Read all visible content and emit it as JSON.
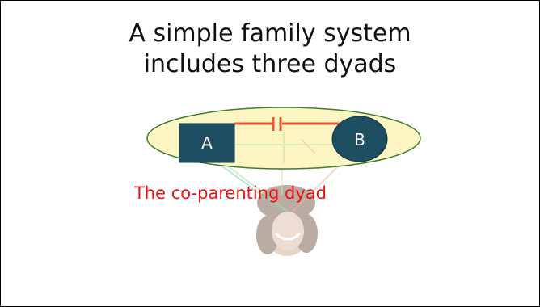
{
  "slide": {
    "title_line1": "A simple family system",
    "title_line2": "includes three dyads",
    "caption": "The co-parenting dyad"
  },
  "nodes": {
    "parent_a": "A",
    "parent_b": "B"
  },
  "colors": {
    "ellipse_fill": "#fdf6c3",
    "ellipse_stroke": "#3f7d32",
    "node_fill": "#1d4e62",
    "coparenting_line": "#e8563a",
    "caption_text": "#ee1111"
  },
  "icons": {
    "child_photo": "child-photo-icon"
  }
}
